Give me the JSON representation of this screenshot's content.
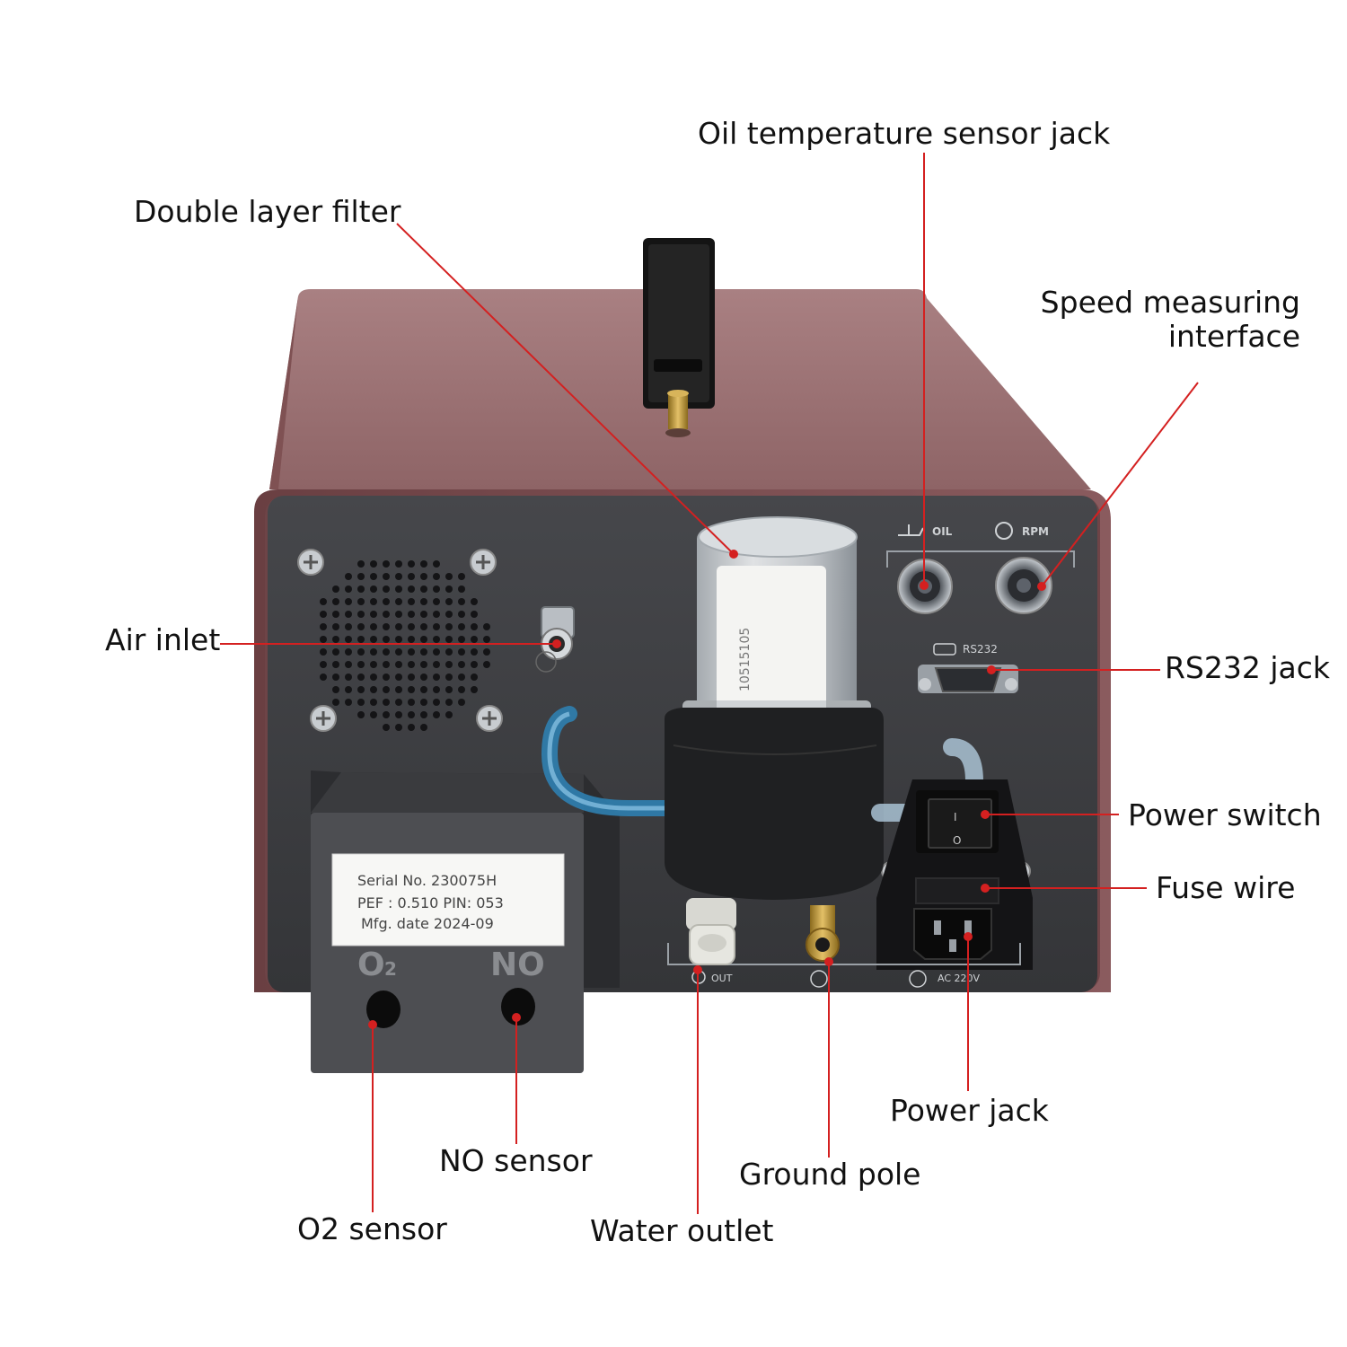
{
  "callouts": {
    "oil_temp_jack": "Oil temperature sensor jack",
    "double_layer_filter": "Double layer filter",
    "speed_measuring_line1": "Speed measuring",
    "speed_measuring_line2": "interface",
    "air_inlet": "Air inlet",
    "rs232_jack": "RS232 jack",
    "power_switch": "Power switch",
    "fuse_wire": "Fuse wire",
    "power_jack": "Power jack",
    "no_sensor": "NO sensor",
    "ground_pole": "Ground pole",
    "o2_sensor": "O2 sensor",
    "water_outlet": "Water outlet"
  },
  "panel": {
    "oil_label": "OIL",
    "rpm_label": "RPM",
    "rs232_label": "RS232",
    "out_label": "OUT",
    "ac_label": "AC 220V",
    "o2_label": "O",
    "o2_sub": "2",
    "no_label": "NO",
    "switch_on": "I",
    "switch_off": "O"
  },
  "sticker": {
    "serial": "Serial No.  230075H",
    "pef_pin": "PEF :  0.510    PIN: 053",
    "mfg": "Mfg. date  2024-09"
  },
  "filter_text": "10515105",
  "colors": {
    "leader": "#d42020",
    "housing": "#7a4a4c",
    "panel": "#3b3c3f",
    "tube": "#2f7fb0"
  }
}
